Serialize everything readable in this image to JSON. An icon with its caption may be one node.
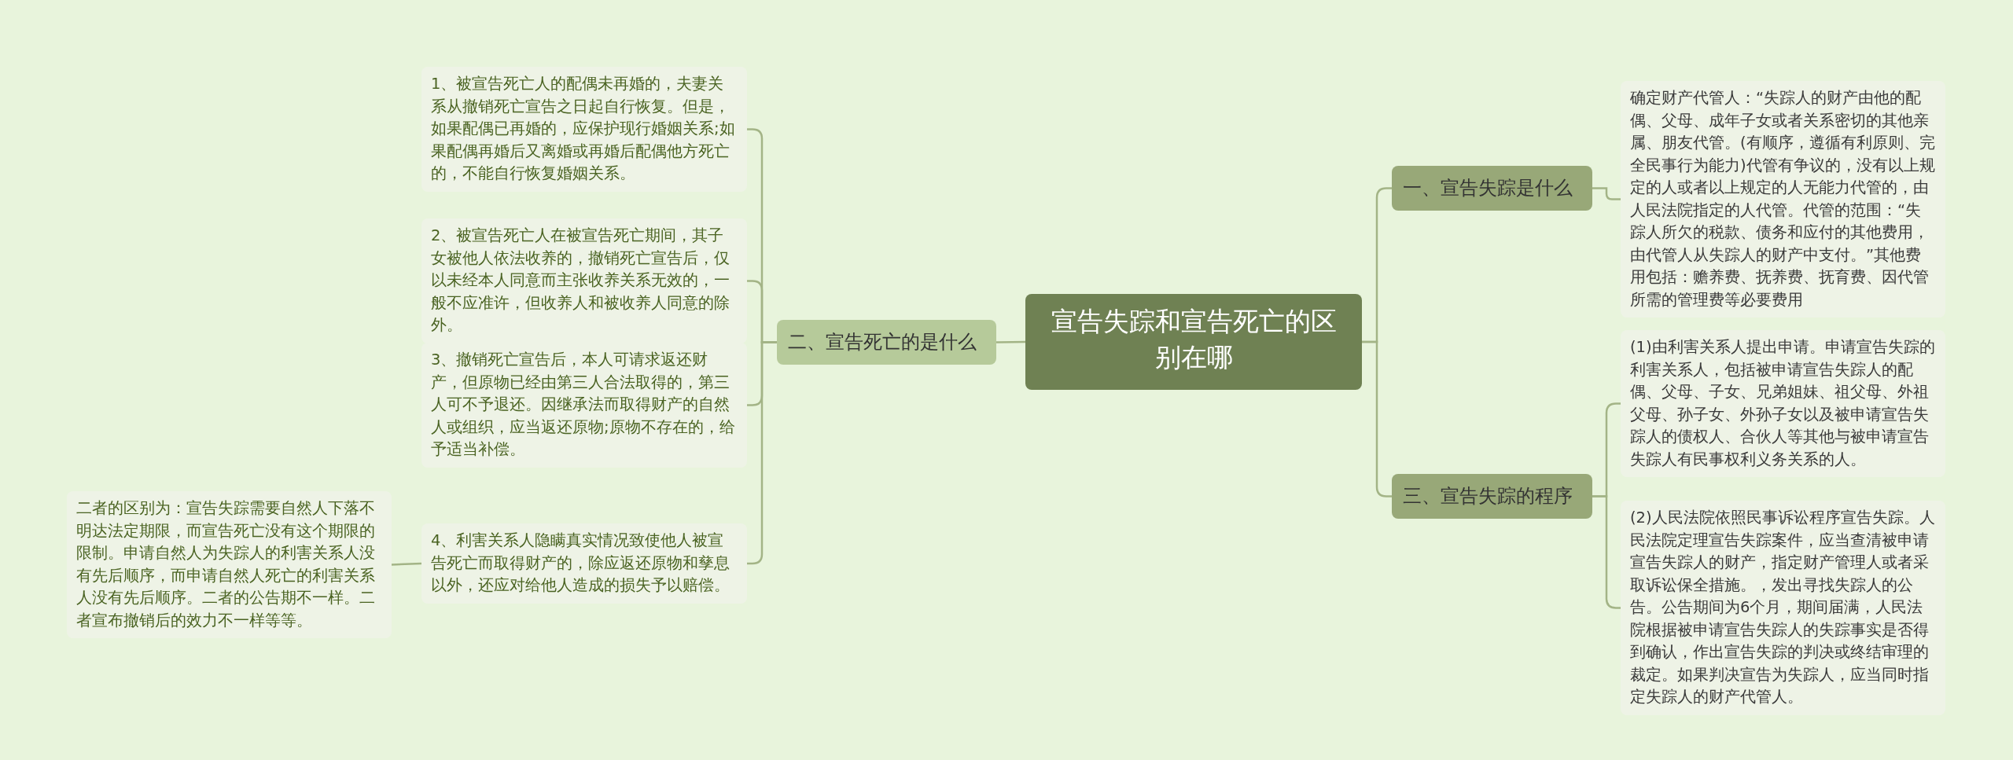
{
  "diagram": {
    "nodes": [
      {
        "text": [
          "宣告失踪和宣告死亡的区别在哪"
        ]
      },
      {
        "text": [
          "一、宣告失踪是什么"
        ]
      },
      {
        "text": [
          "确定财产代管人：“失踪人的财产由他的配偶、父母、成年子女或者关系密切的其他亲属、朋友代管。(有顺序，遵循有利原则、完全民事行为能力)代管有争议的，没有以上规定的人或者以上规定的人无能力代管的，由人民法院指定的人代管。代管的范围：“失踪人所欠的税款、债务和应付的其他费用，由代管人从失踪人的财产中支付。”其他费用包括：赡养费、抚养费、抚育费、因代管所需的管理费等必要费用"
        ]
      },
      {
        "text": [
          "二、宣告死亡的是什么"
        ]
      },
      {
        "text": [
          "1、被宣告死亡人的配偶未再婚的，夫妻关系从撤销死亡宣告之日起自行恢复。但是，如果配偶已再婚的，应保护现行婚姻关系;如果配偶再婚后又离婚或再婚后配偶他方死亡的，不能自行恢复婚姻关系。"
        ]
      },
      {
        "text": [
          "2、被宣告死亡人在被宣告死亡期间，其子女被他人依法收养的，撤销死亡宣告后，仅以未经本人同意而主张收养关系无效的，一般不应准许，但收养人和被收养人同意的除外。"
        ]
      },
      {
        "text": [
          "3、撤销死亡宣告后，本人可请求返还财产，但原物已经由第三人合法取得的，第三人可不予退还。因继承法而取得财产的自然人或组织，应当返还原物;原物不存在的，给予适当补偿。"
        ]
      },
      {
        "text": [
          "4、利害关系人隐瞒真实情况致使他人被宣告死亡而取得财产的，除应返还原物和孳息以外，还应对给他人造成的损失予以赔偿。"
        ]
      },
      {
        "text": [
          "二者的区别为：宣告失踪需要自然人下落不明达法定期限，而宣告死亡没有这个期限的限制。申请自然人为失踪人的利害关系人没有先后顺序，而申请自然人死亡的利害关系人没有先后顺序。二者的公告期不一样。二者宣布撤销后的效力不一样等等。"
        ]
      },
      {
        "text": [
          "三、宣告失踪的程序"
        ]
      },
      {
        "text": [
          "(1)由利害关系人提出申请。申请宣告失踪的利害关系人，包括被申请宣告失踪人的配偶、父母、子女、兄弟姐妹、祖父母、外祖父母、孙子女、外孙子女以及被申请宣告失踪人的债权人、合伙人等其他与被申请宣告失踪人有民事权利义务关系的人。"
        ]
      },
      {
        "text": [
          "(2)人民法院依照民事诉讼程序宣告失踪。人民法院定理宣告失踪案件，应当查清被申请宣告失踪人的财产，指定财产管理人或者采取诉讼保全措施。，发出寻找失踪人的公告。公告期间为6个月，期间届满，人民法院根据被申请宣告失踪人的失踪事实是否得到确认，作出宣告失踪的判决或终结审理的裁定。如果判决宣告为失踪人，应当同时指定失踪人的财产代管人。"
        ]
      }
    ],
    "edges": [
      {
        "from": 0,
        "to": 1,
        "arrow": "none"
      },
      {
        "from": 1,
        "to": 2,
        "arrow": "none"
      },
      {
        "from": 0,
        "to": 3,
        "arrow": "none"
      },
      {
        "from": 3,
        "to": 4,
        "arrow": "none"
      },
      {
        "from": 3,
        "to": 5,
        "arrow": "none"
      },
      {
        "from": 3,
        "to": 6,
        "arrow": "none"
      },
      {
        "from": 3,
        "to": 7,
        "arrow": "none"
      },
      {
        "from": 7,
        "to": 8,
        "arrow": "none"
      },
      {
        "from": 0,
        "to": 9,
        "arrow": "none"
      },
      {
        "from": 9,
        "to": 10,
        "arrow": "none"
      },
      {
        "from": 9,
        "to": 11,
        "arrow": "none"
      }
    ]
  }
}
